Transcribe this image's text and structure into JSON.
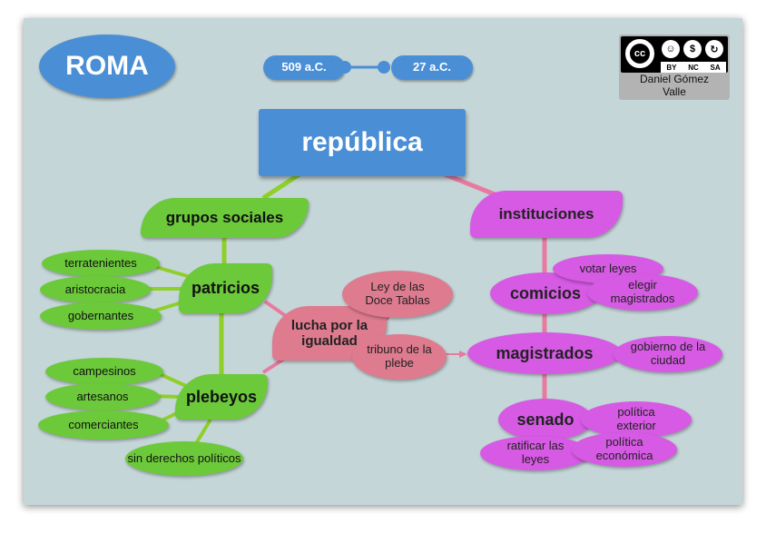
{
  "title": "ROMA",
  "timeline": {
    "start": "509 a.C.",
    "end": "27 a.C."
  },
  "license": {
    "tags": [
      "BY",
      "NC",
      "SA"
    ],
    "logo": "cc",
    "author_line1": "Daniel Gómez",
    "author_line2": "Valle"
  },
  "main": "república",
  "social": {
    "label": "grupos sociales",
    "patricios": {
      "label": "patricios",
      "items": [
        "terratenientes",
        "aristocracia",
        "gobernantes"
      ]
    },
    "plebeyos": {
      "label": "plebeyos",
      "items": [
        "campesinos",
        "artesanos",
        "comerciantes",
        "sin derechos políticos"
      ]
    }
  },
  "struggle": {
    "label": "lucha por la igualdad",
    "items": [
      "Ley de las Doce Tablas",
      "tribuno de la plebe"
    ]
  },
  "institutions": {
    "label": "instituciones",
    "comicios": {
      "label": "comicios",
      "items": [
        "votar leyes",
        "elegir magistrados"
      ]
    },
    "magistrados": {
      "label": "magistrados",
      "items": [
        "gobierno de la ciudad"
      ]
    },
    "senado": {
      "label": "senado",
      "items": [
        "política exterior",
        "ratificar las leyes",
        "política económica"
      ]
    }
  },
  "colors": {
    "blue": "#4a8fd6",
    "green": "#6cc93a",
    "magenta": "#d65ae4",
    "pink": "#de7b8f",
    "background": "#c5d6d8"
  }
}
